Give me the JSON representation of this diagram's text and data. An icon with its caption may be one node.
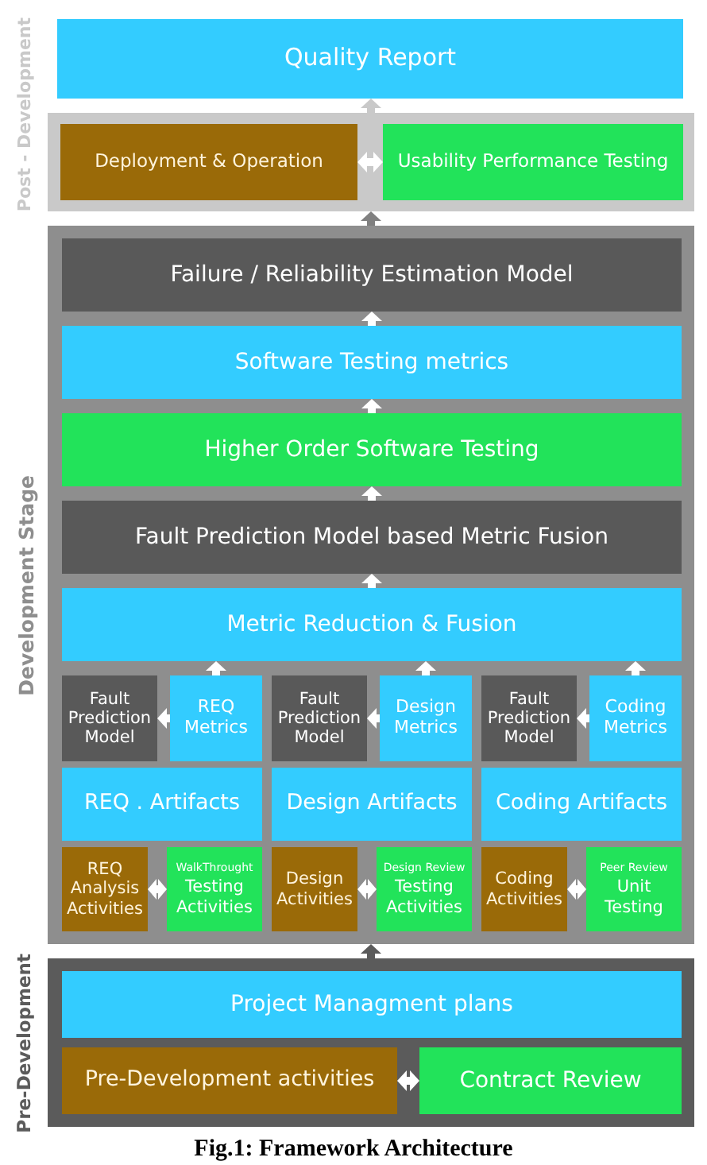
{
  "diagram": {
    "caption": "Fig.1: Framework Architecture",
    "nodes": [
      {
        "text": [
          "Quality Report"
        ]
      },
      {
        "text": [
          "Post - Development"
        ]
      },
      {
        "text": [
          "Deployment & Operation"
        ],
        "in": 1
      },
      {
        "text": [
          "Usability Performance Testing"
        ],
        "in": 1
      },
      {
        "text": [
          "Development Stage"
        ]
      },
      {
        "text": [
          "Failure / Reliability Estimation Model"
        ],
        "in": 4
      },
      {
        "text": [
          "Software Testing metrics"
        ],
        "in": 4
      },
      {
        "text": [
          "Higher Order Software Testing"
        ],
        "in": 4
      },
      {
        "text": [
          "Fault Prediction Model based Metric Fusion"
        ],
        "in": 4
      },
      {
        "text": [
          "Metric Reduction & Fusion"
        ],
        "in": 4
      },
      {
        "text": [
          "Fault Prediction Model"
        ],
        "in": 4
      },
      {
        "text": [
          "REQ Metrics"
        ],
        "in": 4
      },
      {
        "text": [
          "Fault Prediction Model"
        ],
        "in": 4
      },
      {
        "text": [
          "Design Metrics"
        ],
        "in": 4
      },
      {
        "text": [
          "Fault Prediction Model"
        ],
        "in": 4
      },
      {
        "text": [
          "Coding Metrics"
        ],
        "in": 4
      },
      {
        "text": [
          "REQ . Artifacts"
        ],
        "in": 4
      },
      {
        "text": [
          "Design Artifacts"
        ],
        "in": 4
      },
      {
        "text": [
          "Coding Artifacts"
        ],
        "in": 4
      },
      {
        "text": [
          "REQ Analysis Activities"
        ],
        "in": 4
      },
      {
        "text": [
          "WalkThrought",
          "Testing Activities"
        ],
        "in": 4
      },
      {
        "text": [
          "Design Activities"
        ],
        "in": 4
      },
      {
        "text": [
          "Design Review",
          "Testing Activities"
        ],
        "in": 4
      },
      {
        "text": [
          "Coding Activities"
        ],
        "in": 4
      },
      {
        "text": [
          "Peer Review",
          "Unit Testing"
        ],
        "in": 4
      },
      {
        "text": [
          "Pre-Development"
        ]
      },
      {
        "text": [
          "Project Managment plans"
        ],
        "in": 25
      },
      {
        "text": [
          "Pre-Development activities"
        ],
        "in": 25
      },
      {
        "text": [
          "Contract Review"
        ],
        "in": 25
      }
    ],
    "edges": [
      {
        "from": 1,
        "to": 0,
        "arrow": "to",
        "color": "#c9c9c9"
      },
      {
        "from": 2,
        "to": 3,
        "arrow": "both"
      },
      {
        "from": 4,
        "to": 1,
        "arrow": "to",
        "color": "#808080"
      },
      {
        "from": 6,
        "to": 5,
        "arrow": "to"
      },
      {
        "from": 7,
        "to": 6,
        "arrow": "to"
      },
      {
        "from": 8,
        "to": 7,
        "arrow": "to"
      },
      {
        "from": 9,
        "to": 8,
        "arrow": "to"
      },
      {
        "from": 11,
        "to": 9,
        "arrow": "to"
      },
      {
        "from": 13,
        "to": 9,
        "arrow": "to"
      },
      {
        "from": 15,
        "to": 9,
        "arrow": "to"
      },
      {
        "from": 11,
        "to": 10,
        "arrow": "to"
      },
      {
        "from": 13,
        "to": 12,
        "arrow": "to"
      },
      {
        "from": 15,
        "to": 14,
        "arrow": "to"
      },
      {
        "from": 19,
        "to": 20,
        "arrow": "both"
      },
      {
        "from": 21,
        "to": 22,
        "arrow": "both"
      },
      {
        "from": 23,
        "to": 24,
        "arrow": "both"
      },
      {
        "from": 25,
        "to": 4,
        "arrow": "to",
        "color": "#5b5b5b"
      },
      {
        "from": 27,
        "to": 28,
        "arrow": "both"
      }
    ]
  }
}
